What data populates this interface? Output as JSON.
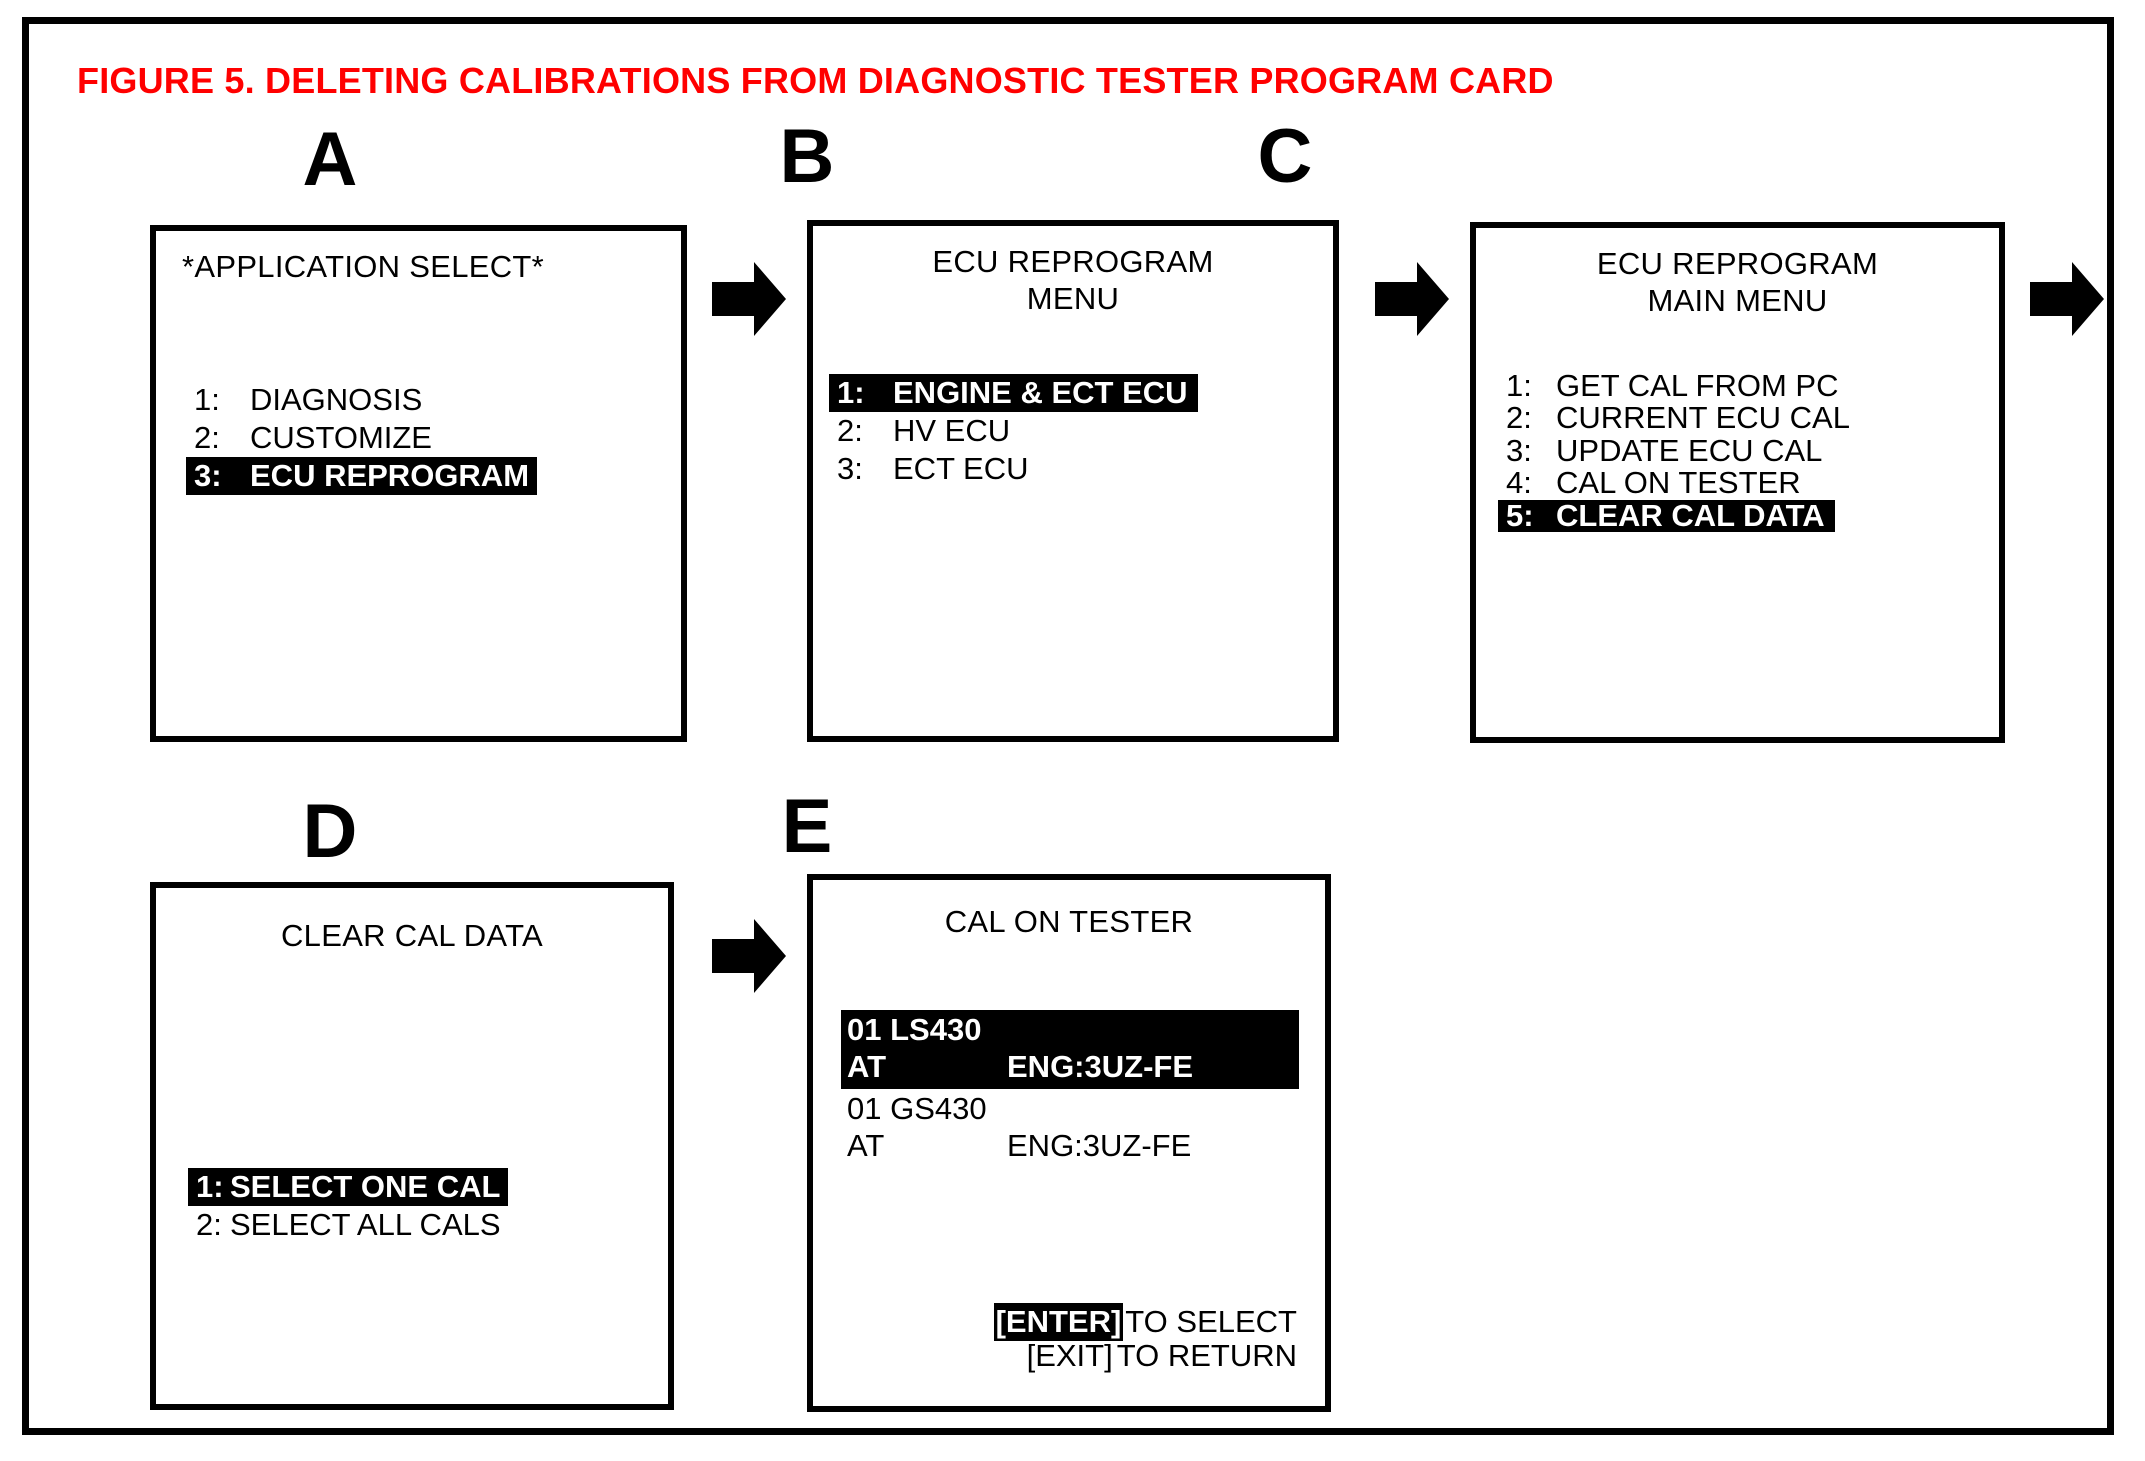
{
  "figure": {
    "title": "FIGURE 5.  DELETING CALIBRATIONS FROM DIAGNOSTIC TESTER PROGRAM CARD",
    "title_color": "#ff0000",
    "frame_color": "#000000"
  },
  "panels": {
    "a": {
      "letter": "A",
      "title": "*APPLICATION SELECT*",
      "items": [
        {
          "num": "1:",
          "label": "DIAGNOSIS",
          "selected": false
        },
        {
          "num": "2:",
          "label": "CUSTOMIZE",
          "selected": false
        },
        {
          "num": "3:",
          "label": "ECU REPROGRAM",
          "selected": true
        }
      ]
    },
    "b": {
      "letter": "B",
      "title_line1": "ECU REPROGRAM",
      "title_line2": "MENU",
      "items": [
        {
          "num": "1:",
          "label": "ENGINE & ECT ECU",
          "selected": true
        },
        {
          "num": "2:",
          "label": "HV ECU",
          "selected": false
        },
        {
          "num": "3:",
          "label": "ECT ECU",
          "selected": false
        }
      ]
    },
    "c": {
      "letter": "C",
      "title_line1": "ECU REPROGRAM",
      "title_line2": "MAIN MENU",
      "items": [
        {
          "num": "1:",
          "label": "GET CAL FROM PC",
          "selected": false
        },
        {
          "num": "2:",
          "label": "CURRENT ECU CAL",
          "selected": false
        },
        {
          "num": "3:",
          "label": "UPDATE ECU CAL",
          "selected": false
        },
        {
          "num": "4:",
          "label": "CAL ON TESTER",
          "selected": false
        },
        {
          "num": "5:",
          "label": "CLEAR CAL DATA",
          "selected": true
        }
      ]
    },
    "d": {
      "letter": "D",
      "title": "CLEAR CAL DATA",
      "items": [
        {
          "num": "1:",
          "label": "SELECT ONE CAL",
          "selected": true
        },
        {
          "num": "2:",
          "label": "SELECT ALL CALS",
          "selected": false
        }
      ]
    },
    "e": {
      "letter": "E",
      "title": "CAL ON TESTER",
      "entries": [
        {
          "line1": "01 LS430",
          "left": "AT",
          "right": "ENG:3UZ-FE",
          "selected": true
        },
        {
          "line1": "01 GS430",
          "left": "AT",
          "right": "ENG:3UZ-FE",
          "selected": false
        }
      ],
      "footer": {
        "line1_key": "[ENTER]",
        "line1_text": "TO SELECT",
        "line2_key": "[EXIT]",
        "line2_text": "TO RETURN"
      }
    }
  },
  "arrows": [
    {
      "name": "arrow-a-to-b"
    },
    {
      "name": "arrow-b-to-c"
    },
    {
      "name": "arrow-c-to-next"
    },
    {
      "name": "arrow-d-to-e"
    }
  ]
}
